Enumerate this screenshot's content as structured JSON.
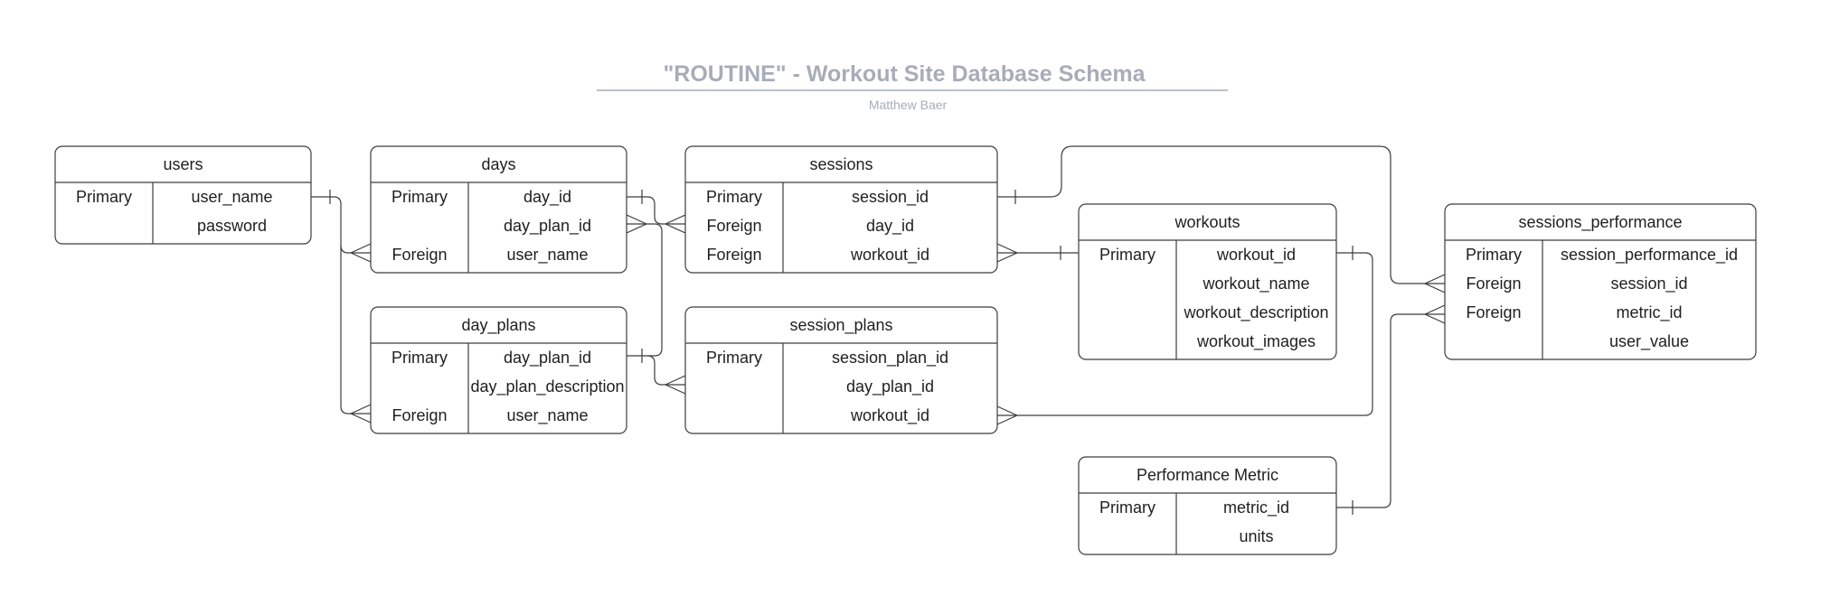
{
  "title": "\"ROUTINE\" - Workout Site Database Schema",
  "subtitle": "Matthew Baer",
  "tables": [
    {
      "id": "users",
      "name": "users",
      "rows": [
        {
          "key": "Primary",
          "field": "user_name"
        },
        {
          "key": "",
          "field": "password"
        }
      ]
    },
    {
      "id": "days",
      "name": "days",
      "rows": [
        {
          "key": "Primary",
          "field": "day_id"
        },
        {
          "key": "",
          "field": "day_plan_id"
        },
        {
          "key": "Foreign",
          "field": "user_name"
        }
      ]
    },
    {
      "id": "day_plans",
      "name": "day_plans",
      "rows": [
        {
          "key": "Primary",
          "field": "day_plan_id"
        },
        {
          "key": "",
          "field": "day_plan_description"
        },
        {
          "key": "Foreign",
          "field": "user_name"
        }
      ]
    },
    {
      "id": "sessions",
      "name": "sessions",
      "rows": [
        {
          "key": "Primary",
          "field": "session_id"
        },
        {
          "key": "Foreign",
          "field": "day_id"
        },
        {
          "key": "Foreign",
          "field": "workout_id"
        }
      ]
    },
    {
      "id": "session_plans",
      "name": "session_plans",
      "rows": [
        {
          "key": "Primary",
          "field": "session_plan_id"
        },
        {
          "key": "",
          "field": "day_plan_id"
        },
        {
          "key": "",
          "field": "workout_id"
        }
      ]
    },
    {
      "id": "workouts",
      "name": "workouts",
      "rows": [
        {
          "key": "Primary",
          "field": "workout_id"
        },
        {
          "key": "",
          "field": "workout_name"
        },
        {
          "key": "",
          "field": "workout_description"
        },
        {
          "key": "",
          "field": "workout_images"
        }
      ]
    },
    {
      "id": "performance_metric",
      "name": "Performance Metric",
      "rows": [
        {
          "key": "Primary",
          "field": "metric_id"
        },
        {
          "key": "",
          "field": "units"
        }
      ]
    },
    {
      "id": "sessions_performance",
      "name": "sessions_performance",
      "rows": [
        {
          "key": "Primary",
          "field": "session_performance_id"
        },
        {
          "key": "Foreign",
          "field": "session_id"
        },
        {
          "key": "Foreign",
          "field": "metric_id"
        },
        {
          "key": "",
          "field": "user_value"
        }
      ]
    }
  ],
  "relationships": [
    {
      "from": "users.user_name",
      "to": "days.user_name",
      "type": "one-to-many"
    },
    {
      "from": "users.user_name",
      "to": "day_plans.user_name",
      "type": "one-to-many"
    },
    {
      "from": "days.day_id",
      "to": "sessions.day_id",
      "type": "one-to-many"
    },
    {
      "from": "day_plans.day_plan_id",
      "to": "days.day_plan_id",
      "type": "one-to-many"
    },
    {
      "from": "day_plans.day_plan_id",
      "to": "session_plans.day_plan_id",
      "type": "one-to-many"
    },
    {
      "from": "workouts.workout_id",
      "to": "sessions.workout_id",
      "type": "one-to-many"
    },
    {
      "from": "workouts.workout_id",
      "to": "session_plans.workout_id",
      "type": "one-to-many"
    },
    {
      "from": "sessions.session_id",
      "to": "sessions_performance.session_id",
      "type": "one-to-many"
    },
    {
      "from": "performance_metric.metric_id",
      "to": "sessions_performance.metric_id",
      "type": "one-to-many"
    }
  ]
}
